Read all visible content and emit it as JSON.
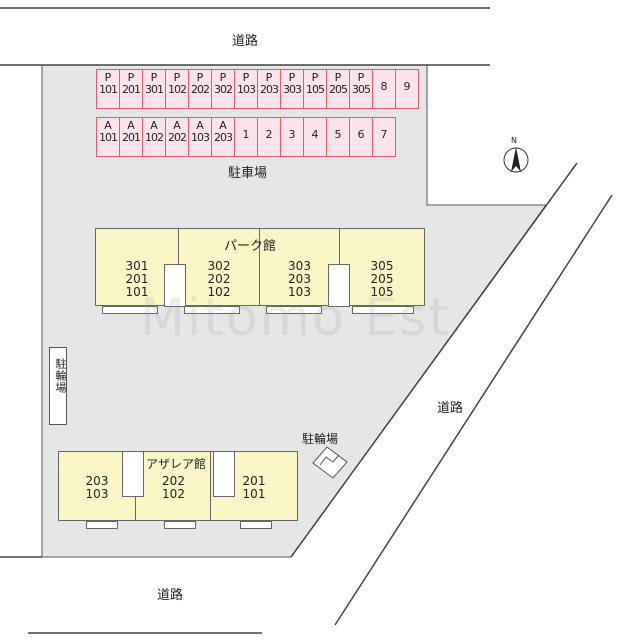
{
  "roads": {
    "top": "道路",
    "right": "道路",
    "bottom": "道路"
  },
  "parking": {
    "label": "駐車場",
    "row1": [
      {
        "top": "P",
        "num": "101"
      },
      {
        "top": "P",
        "num": "201"
      },
      {
        "top": "P",
        "num": "301"
      },
      {
        "top": "P",
        "num": "102"
      },
      {
        "top": "P",
        "num": "202"
      },
      {
        "top": "P",
        "num": "302"
      },
      {
        "top": "P",
        "num": "103"
      },
      {
        "top": "P",
        "num": "203"
      },
      {
        "top": "P",
        "num": "303"
      },
      {
        "top": "P",
        "num": "105"
      },
      {
        "top": "P",
        "num": "205"
      },
      {
        "top": "P",
        "num": "305"
      },
      {
        "top": "",
        "num": "8"
      },
      {
        "top": "",
        "num": "9"
      }
    ],
    "row2": [
      {
        "top": "A",
        "num": "101"
      },
      {
        "top": "A",
        "num": "201"
      },
      {
        "top": "A",
        "num": "102"
      },
      {
        "top": "A",
        "num": "202"
      },
      {
        "top": "A",
        "num": "103"
      },
      {
        "top": "A",
        "num": "203"
      },
      {
        "top": "",
        "num": "1"
      },
      {
        "top": "",
        "num": "2"
      },
      {
        "top": "",
        "num": "3"
      },
      {
        "top": "",
        "num": "4"
      },
      {
        "top": "",
        "num": "5"
      },
      {
        "top": "",
        "num": "6"
      },
      {
        "top": "",
        "num": "7"
      }
    ]
  },
  "compass": {
    "label": "N"
  },
  "park_building": {
    "name": "パーク館",
    "units": [
      [
        "301",
        "201",
        "101"
      ],
      [
        "302",
        "202",
        "102"
      ],
      [
        "303",
        "203",
        "103"
      ],
      [
        "305",
        "205",
        "105"
      ]
    ]
  },
  "azalea_building": {
    "name": "アザレア館",
    "units": [
      [
        "203",
        "103"
      ],
      [
        "202",
        "102"
      ],
      [
        "201",
        "101"
      ]
    ]
  },
  "bike_parking_left": "駐輪場",
  "bike_parking_right": "駐輪場",
  "watermark": "Mitomo Est"
}
